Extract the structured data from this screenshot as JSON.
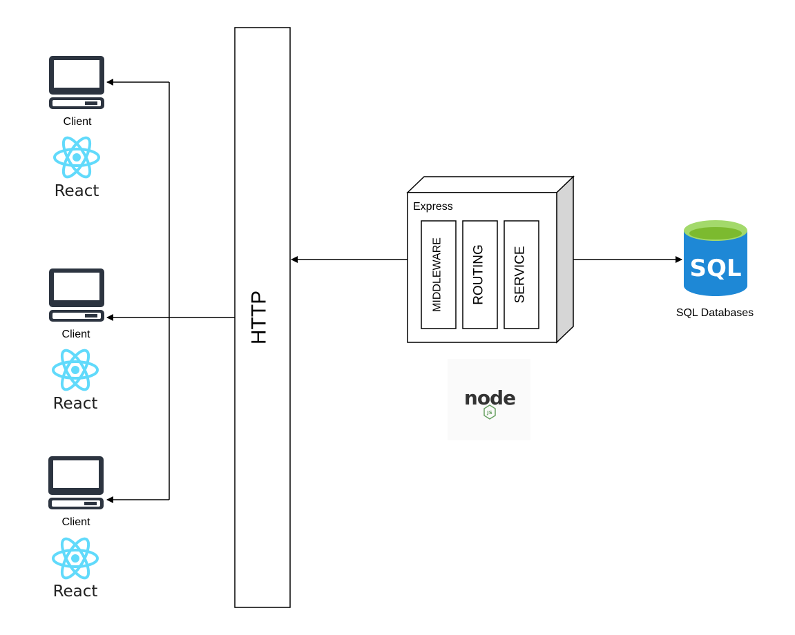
{
  "clients": [
    {
      "label": "Client",
      "framework": "React"
    },
    {
      "label": "Client",
      "framework": "React"
    },
    {
      "label": "Client",
      "framework": "React"
    }
  ],
  "http": {
    "label": "HTTP"
  },
  "express": {
    "label": "Express",
    "components": [
      "MIDDLEWARE",
      "ROUTING",
      "SERVICE"
    ]
  },
  "node_logo": {
    "label": "node",
    "badge": "JS"
  },
  "database": {
    "badge": "SQL",
    "label": "SQL Databases"
  },
  "colors": {
    "monitor": "#2c3440",
    "react": "#61dafb",
    "cube_side": "#d6d6d6",
    "sql_blue": "#1e88d6",
    "sql_top": "#8cc63f",
    "node_dark": "#333333",
    "node_green": "#66a060"
  },
  "icons": [
    "computer-icon",
    "react-icon",
    "nodejs-icon",
    "sql-database-icon"
  ]
}
